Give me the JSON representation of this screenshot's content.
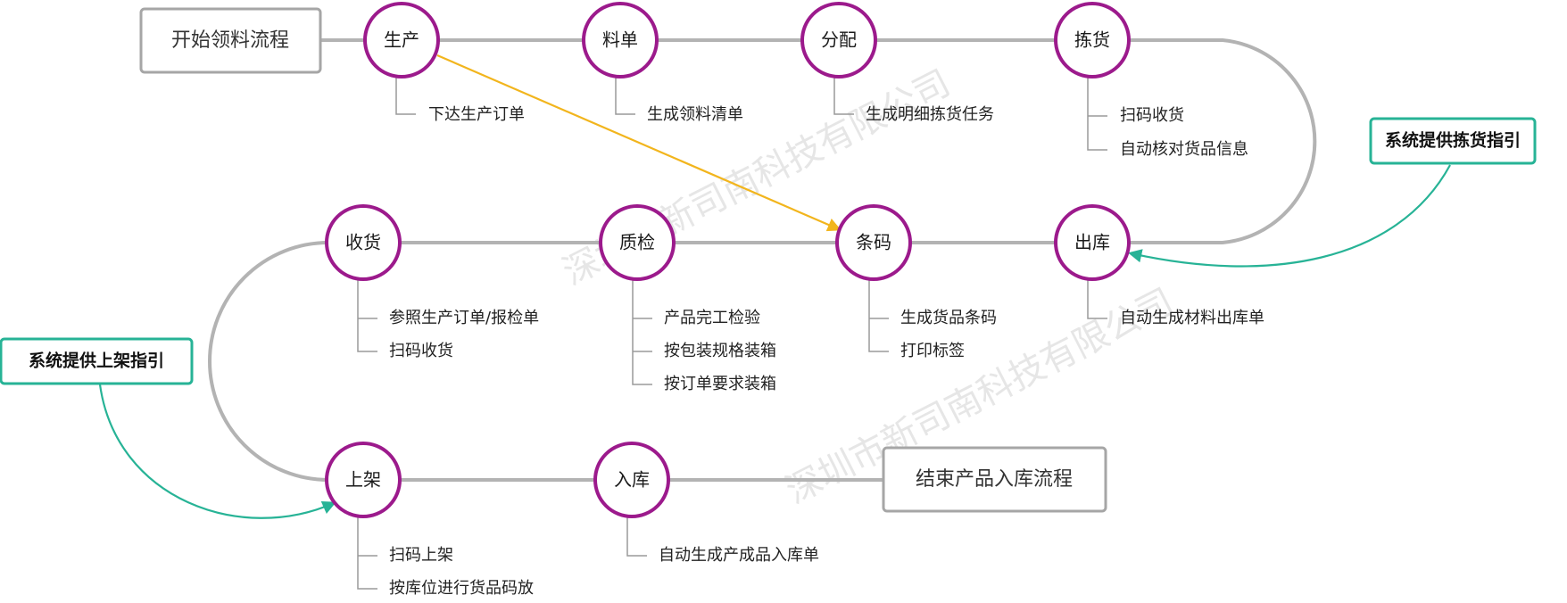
{
  "colors": {
    "track": "#b3b3b3",
    "node_ring": "#9c1a8c",
    "callout_border": "#27b396",
    "callout_arrow": "#27b396",
    "link_arrow": "#f2b51d",
    "box_border": "#a6a6a6",
    "note_line": "#9a9a9a"
  },
  "start_box": {
    "label": "开始领料流程"
  },
  "end_box": {
    "label": "结束产品入库流程"
  },
  "nodes": [
    {
      "id": "production",
      "label": "生产",
      "notes": [
        "下达生产订单"
      ]
    },
    {
      "id": "bom",
      "label": "料单",
      "notes": [
        "生成领料清单"
      ]
    },
    {
      "id": "allocate",
      "label": "分配",
      "notes": [
        "生成明细拣货任务"
      ]
    },
    {
      "id": "picking",
      "label": "拣货",
      "notes": [
        "扫码收货",
        "自动核对货品信息"
      ]
    },
    {
      "id": "outbound",
      "label": "出库",
      "notes": [
        "自动生成材料出库单"
      ]
    },
    {
      "id": "barcode",
      "label": "条码",
      "notes": [
        "生成货品条码",
        "打印标签"
      ]
    },
    {
      "id": "inspection",
      "label": "质检",
      "notes": [
        "产品完工检验",
        "按包装规格装箱",
        "按订单要求装箱"
      ]
    },
    {
      "id": "receiving",
      "label": "收货",
      "notes": [
        "参照生产订单/报检单",
        "扫码收货"
      ]
    },
    {
      "id": "shelving",
      "label": "上架",
      "notes": [
        "扫码上架",
        "按库位进行货品码放"
      ]
    },
    {
      "id": "storage",
      "label": "入库",
      "notes": [
        "自动生成产成品入库单"
      ]
    }
  ],
  "callouts": [
    {
      "id": "picking-guide",
      "label": "系统提供拣货指引"
    },
    {
      "id": "shelving-guide",
      "label": "系统提供上架指引"
    }
  ],
  "watermark": {
    "text": "深圳市新司南科技有限公司"
  }
}
